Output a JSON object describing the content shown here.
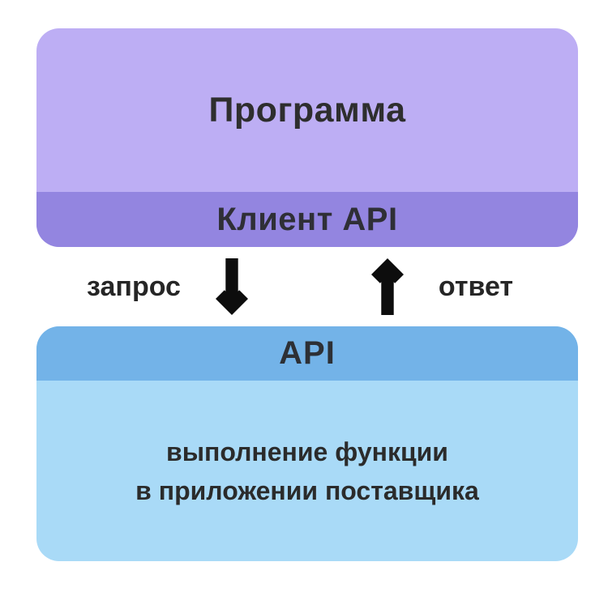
{
  "diagram": {
    "background_color": "#ffffff",
    "text_color": "#2e2e2e",
    "arrow_color": "#0d0d0d",
    "program_box": {
      "title": "Программа",
      "strip_label": "Клиент API",
      "fill_color": "#bdaef4",
      "strip_fill_color": "#9385e0"
    },
    "flow": {
      "request_label": "запрос",
      "response_label": "ответ",
      "down_arrow_icon": "arrow-down",
      "up_arrow_icon": "arrow-up"
    },
    "api_box": {
      "title": "API",
      "body_line1": "выполнение функции",
      "body_line2": "в приложении поставщика",
      "header_fill_color": "#73b3e8",
      "body_fill_color": "#a9daf7"
    }
  }
}
